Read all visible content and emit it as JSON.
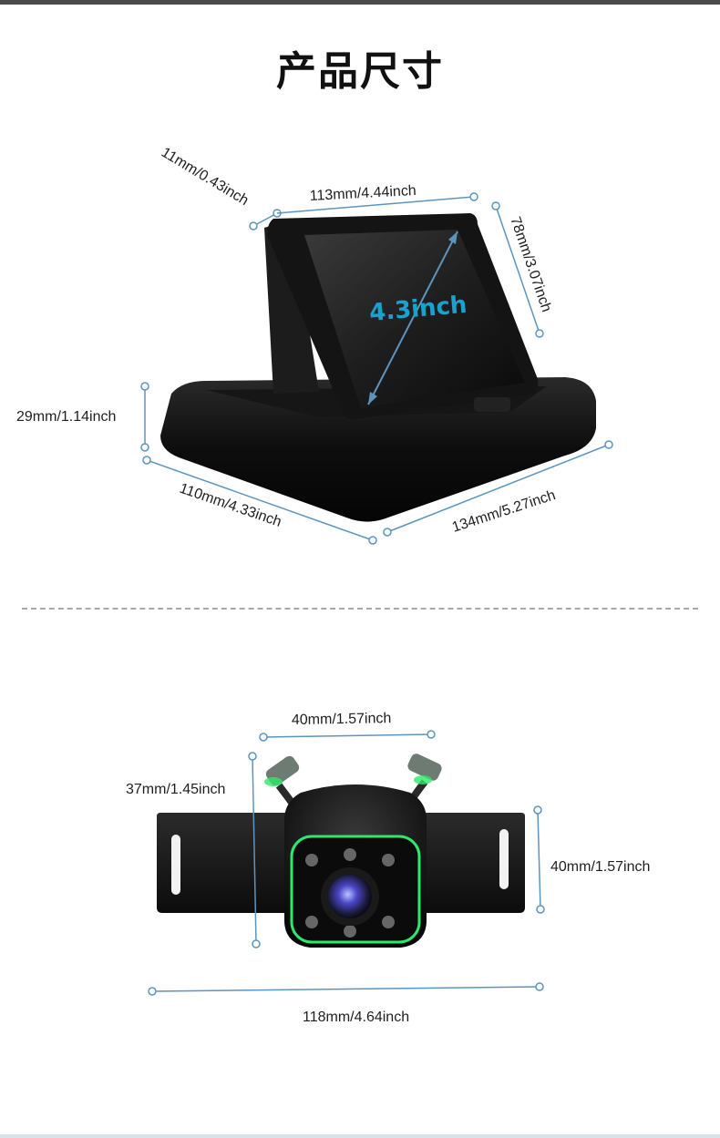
{
  "page": {
    "title": "产品尺寸"
  },
  "monitor": {
    "depth_top": "11mm/0.43inch",
    "width_top": "113mm/4.44inch",
    "screen_height": "78mm/3.07inch",
    "diagonal": "4.3inch",
    "base_height": "29mm/1.14inch",
    "base_depth": "110mm/4.33inch",
    "base_width": "134mm/5.27inch"
  },
  "camera": {
    "body_width": "40mm/1.57inch",
    "body_height": "37mm/1.45inch",
    "bracket_height": "40mm/1.57inch",
    "bracket_width": "118mm/4.64inch"
  },
  "colors": {
    "dimension_line": "#5b95bf",
    "diagonal_text": "#1aa2cf",
    "led_ring": "#2ee86a"
  }
}
